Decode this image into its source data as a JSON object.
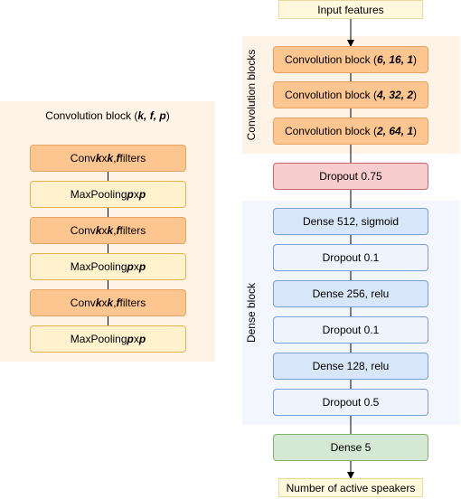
{
  "left_panel": {
    "title_prefix": "Convolution block (",
    "title_params": "k, f, p",
    "title_suffix": ")",
    "rows": [
      {
        "type": "conv",
        "k1": "k",
        "x": "x",
        "k2": "k",
        "sep": ", ",
        "f": "f",
        "rest": " filters"
      },
      {
        "type": "pool",
        "label": "MaxPooling ",
        "p1": "p",
        "x": "x",
        "p2": "p"
      },
      {
        "type": "conv",
        "k1": "k",
        "x": "x",
        "k2": "k",
        "sep": ", ",
        "f": "f",
        "rest": " filters"
      },
      {
        "type": "pool",
        "label": "MaxPooling ",
        "p1": "p",
        "x": "x",
        "p2": "p"
      },
      {
        "type": "conv",
        "k1": "k",
        "x": "x",
        "k2": "k",
        "sep": ", ",
        "f": "f",
        "rest": " filters"
      },
      {
        "type": "pool",
        "label": "MaxPooling ",
        "p1": "p",
        "x": "x",
        "p2": "p"
      }
    ],
    "conv_prefix": "Conv "
  },
  "right": {
    "input": "Input features",
    "conv_blocks_label": "Convolution blocks",
    "conv_blocks": [
      {
        "prefix": "Convolution block (",
        "params": "6, 16, 1",
        "suffix": ")"
      },
      {
        "prefix": "Convolution block (",
        "params": "4, 32, 2",
        "suffix": ")"
      },
      {
        "prefix": "Convolution block (",
        "params": "2, 64, 1",
        "suffix": ")"
      }
    ],
    "dropout_main": "Dropout 0.75",
    "dense_block_label": "Dense block",
    "dense_layers": [
      "Dense 512, sigmoid",
      "Dropout 0.1",
      "Dense 256, relu",
      "Dropout 0.1",
      "Dense 128, relu",
      "Dropout 0.5"
    ],
    "output_dense": "Dense 5",
    "output": "Number of active speakers"
  }
}
